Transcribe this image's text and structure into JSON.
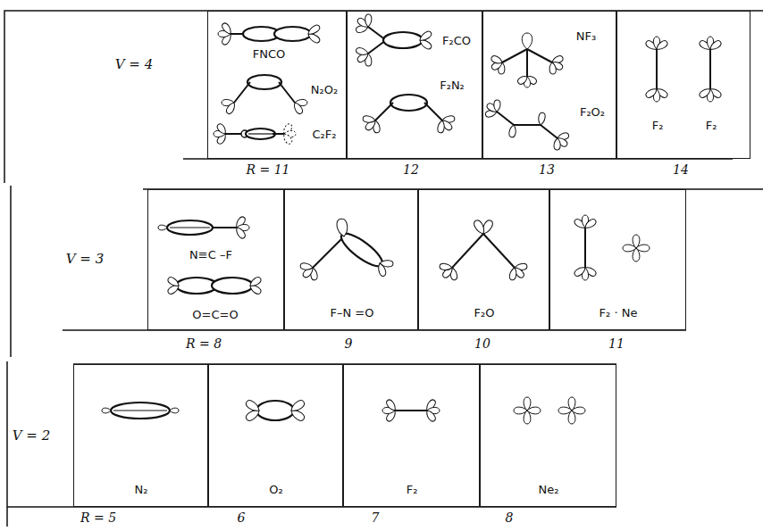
{
  "diagram": {
    "nodes": [
      {
        "text": [
          "V = 4"
        ]
      },
      {
        "text": [
          "FNCO",
          "N₂O₂",
          "C₂F₂"
        ],
        "in": 0
      },
      {
        "text": [
          "F₂CO",
          "F₂N₂"
        ],
        "in": 0
      },
      {
        "text": [
          "NF₃",
          "F₂O₂"
        ],
        "in": 0
      },
      {
        "text": [
          "F₂",
          "F₂"
        ],
        "in": 0
      },
      {
        "text": [
          "V = 3"
        ]
      },
      {
        "text": [
          "N≡C –F",
          "O=C=O"
        ],
        "in": 5
      },
      {
        "text": [
          "F–N =O"
        ],
        "in": 5
      },
      {
        "text": [
          "F₂O"
        ],
        "in": 5
      },
      {
        "text": [
          "F₂ · Ne"
        ],
        "in": 5
      },
      {
        "text": [
          "V = 2"
        ]
      },
      {
        "text": [
          "N₂"
        ],
        "in": 10
      },
      {
        "text": [
          "O₂"
        ],
        "in": 10
      },
      {
        "text": [
          "F₂"
        ],
        "in": 10
      },
      {
        "text": [
          "Ne₂"
        ],
        "in": 10
      }
    ],
    "labels": [
      "R = 11",
      "12",
      "13",
      "14",
      "R = 8",
      "9",
      "10",
      "11",
      "R = 5",
      "6",
      "7",
      "8"
    ]
  }
}
